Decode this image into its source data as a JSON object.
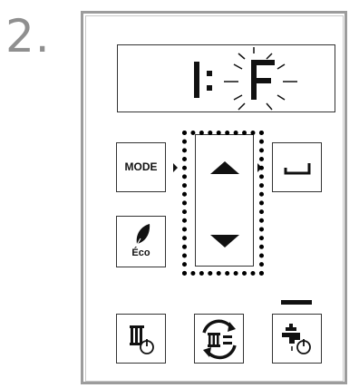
{
  "step": {
    "number": "2."
  },
  "display": {
    "text": "1: F",
    "blinking": true
  },
  "buttons": {
    "mode_label": "MODE",
    "eco_label": "Éco",
    "up_icon": "arrow-up-icon",
    "down_icon": "arrow-down-icon",
    "enter_icon": "enter-icon",
    "heat_icon": "radiator-power-icon",
    "heat_auto_icon": "radiator-cycle-icon",
    "dhw_icon": "tap-power-icon"
  },
  "highlight": {
    "target": "arrow-buttons"
  },
  "colors": {
    "outline": "#333333",
    "frame": "#9c9c9c",
    "step": "#8f8f8f"
  }
}
